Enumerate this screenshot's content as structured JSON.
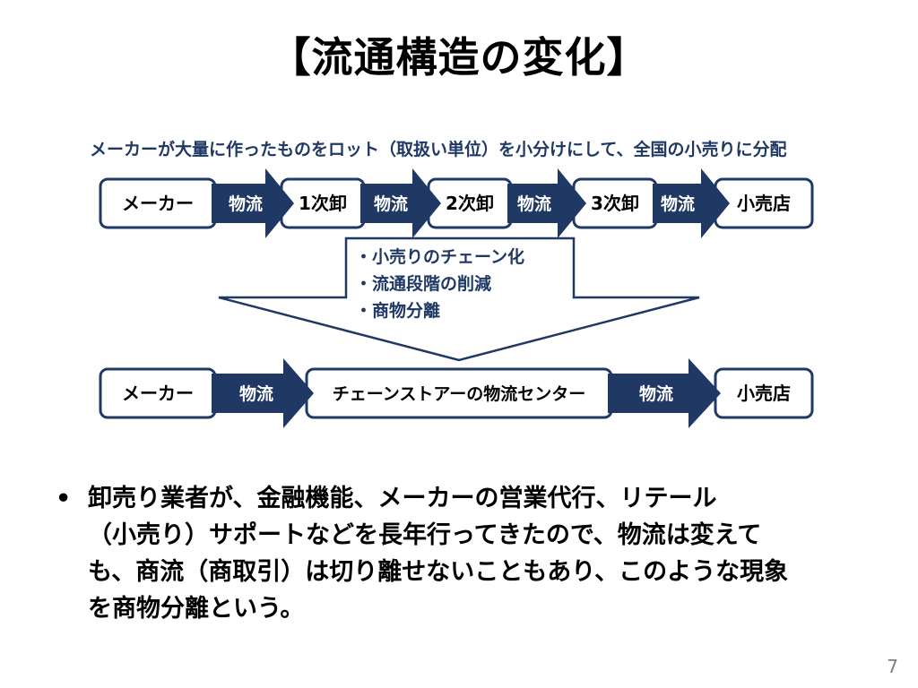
{
  "slide": {
    "title": "【流通構造の変化】",
    "page_number": "7"
  },
  "diagram": {
    "caption": "メーカーが大量に作ったものをロット（取扱い単位）を小分けにして、全国の小売りに分配",
    "top_row": {
      "nodes": [
        "メーカー",
        "1次卸",
        "2次卸",
        "3次卸",
        "小売店"
      ],
      "arrows": [
        "物流",
        "物流",
        "物流",
        "物流"
      ]
    },
    "transition": {
      "items": [
        "・小売りのチェーン化",
        "・流通段階の削減",
        "・商物分離"
      ]
    },
    "bottom_row": {
      "nodes": [
        "メーカー",
        "チェーンストアーの物流センター",
        "小売店"
      ],
      "arrows": [
        "物流",
        "物流"
      ]
    },
    "colors": {
      "arrow_fill": "#1f3864",
      "node_border": "#1f3864",
      "caption_text": "#1f3864"
    }
  },
  "bullet": {
    "marker": "•",
    "lines": [
      "卸売り業者が、金融機能、メーカーの営業代行、リテール",
      "（小売り）サポートなどを長年行ってきたので、物流は変えて",
      "も、商流（商取引）は切り離せないこともあり、このような現象",
      "を商物分離という。"
    ]
  }
}
